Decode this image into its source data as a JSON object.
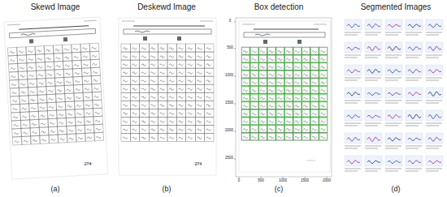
{
  "diagram": {
    "labels": [
      "Skewd Image",
      "Deskewd Image",
      "Box detection",
      "Segmented Images",
      "(a)",
      "(b)",
      "(c)",
      "(d)",
      "274",
      "274",
      "0",
      "500",
      "1000",
      "1500",
      "2000",
      "2500",
      "0",
      "500",
      "1000",
      "1500",
      "2000"
    ]
  }
}
